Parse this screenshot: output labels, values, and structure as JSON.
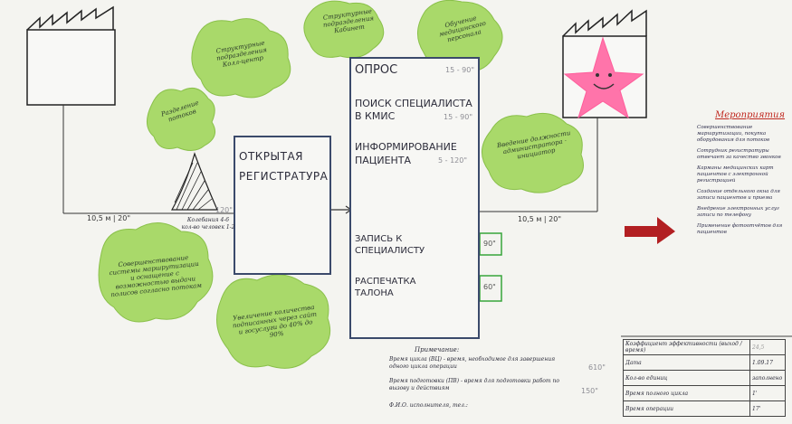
{
  "flow": {
    "registratura": "ОТКРЫТАЯ РЕГИСТРАТУРА",
    "opros": "ОПРОС",
    "poisk": "ПОИСК СПЕЦИАЛИСТА В КМИС",
    "inform": "ИНФОРМИРОВАНИЕ ПАЦИЕНТА",
    "zapis": "ЗАПИСЬ К СПЕЦИАЛИСТУ",
    "raspechatka": "РАСПЕЧАТКА ТАЛОНА"
  },
  "times": {
    "opros": "15 - 90\"",
    "poisk": "15 - 90\"",
    "inform": "5 - 120\"",
    "zapis": "90\"",
    "raspechatka": "60\"",
    "left_arrow": "10,5 м | 20\"",
    "right_arrow": "10,5 м | 20\"",
    "reg_top": "120\""
  },
  "notes": {
    "queue": "Колебания 4-6 кол-во человек 1-2",
    "cloud_razdelenie": "Разделение потоков",
    "cloud_structure": "Структурные подразделения Колл-центр",
    "cloud_structure2": "Структурные подразделения Кабинет",
    "cloud_obuchenie": "Обучение медицинского персонала",
    "cloud_vvedenie": "Введение должности администратора · инициатор",
    "cloud_sovershenstvovanie": "Совершенствование системы маршрутизации и оснащение с возможностью выдачи полисов согласно потокам",
    "cloud_uvelichenie": "Увеличение количества подписанных через сайт и госуслуги до 40% до 90%"
  },
  "legend": {
    "title": "Примечание:",
    "line1": "Время цикла (ВЦ) - время, необходимое для завершения одного цикла операции",
    "line2": "Время подготовки (ПВ) - время для подготовки работ по вызову и действиям",
    "line3": "Ф.И.О. исполнителя, тел.:",
    "val1": "610\"",
    "val2": "150\""
  },
  "right_panel": {
    "title": "Мероприятия",
    "items": [
      "Совершенствование маршрутизации, покупка оборудования для потоков",
      "Сотрудник регистратуры отвечает за качество звонков",
      "Карманы медицинских карт пациентов с электронной регистрацией",
      "Создание отдельного окна для записи пациентов и приема",
      "Внедрение электронных услуг записи по телефону",
      "Применение фотоотчётов для пациентов"
    ]
  },
  "table": {
    "rows": [
      [
        "Коэффициент эффективности (выход / время)",
        "24,5"
      ],
      [
        "Дата",
        "1.09.17"
      ],
      [
        "Кол-во единиц",
        "заполнено"
      ],
      [
        "Время полного цикла",
        "1'"
      ],
      [
        "Время операции",
        "17'"
      ]
    ]
  },
  "arrow_color": "#b21f22",
  "star_color": "#ff6fa8",
  "cloud_color": "#a9d96a"
}
